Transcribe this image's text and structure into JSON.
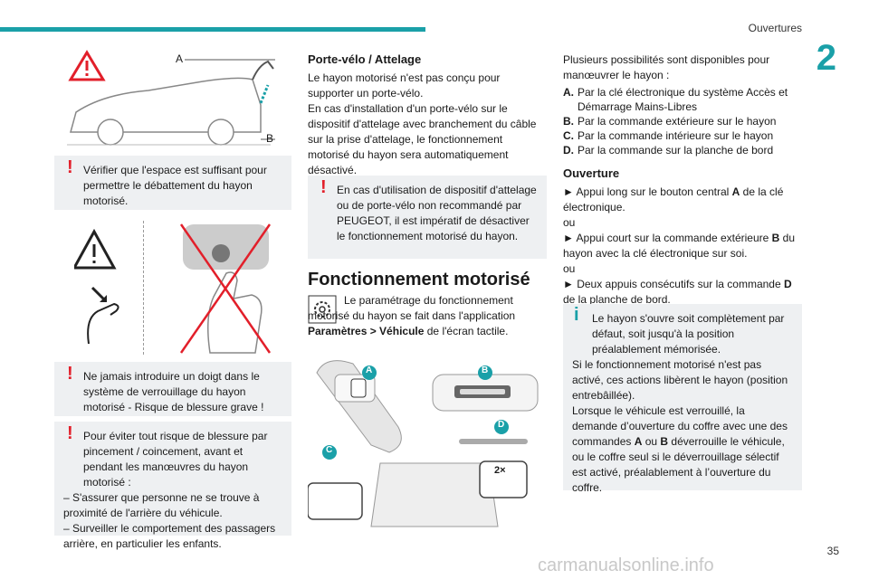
{
  "header": {
    "section": "Ouvertures",
    "chapter": "2",
    "page": "35"
  },
  "col1": {
    "fig_a_label": "A",
    "fig_b_label": "B",
    "warn1": "Vérifier que l'espace est suffisant pour permettre le débattement du hayon motorisé.",
    "warn2": "Ne jamais introduire un doigt dans le système de verrouillage du hayon motorisé - Risque de blessure grave !",
    "warn3_l1": "Pour éviter tout risque de blessure par pincement / coincement, avant et pendant les manœuvres du hayon motorisé :",
    "warn3_l2": "– S'assurer que personne ne se trouve à proximité de l'arrière du véhicule.",
    "warn3_l3": "– Surveiller le comportement des passagers arrière, en particulier les enfants."
  },
  "col2": {
    "h_porte": "Porte-vélo / Attelage",
    "p_porte1": "Le hayon motorisé n'est pas conçu pour supporter un porte-vélo.",
    "p_porte2": "En cas d'installation d'un porte-vélo sur le dispositif d'attelage avec branchement du câble sur la prise d'attelage, le fonctionnement motorisé du hayon sera automatiquement désactivé.",
    "warn_porte": "En cas d'utilisation de dispositif d'attelage ou de porte-vélo non recommandé par PEUGEOT, il est impératif de désactiver le fonctionnement motorisé du hayon.",
    "h_fonct": "Fonctionnement motorisé",
    "p_fonct_a": "Le paramétrage du fonctionnement motorisé du hayon se fait dans l'application ",
    "p_fonct_b": "Paramètres > Véhicule",
    "p_fonct_c": " de l'écran tactile.",
    "labels": [
      "A",
      "B",
      "C",
      "D"
    ],
    "badge_2x": "2×"
  },
  "col3": {
    "intro": "Plusieurs possibilités sont disponibles pour manœuvrer le hayon :",
    "options": [
      {
        "k": "A.",
        "t": "Par la clé électronique du système Accès et Démarrage Mains-Libres"
      },
      {
        "k": "B.",
        "t": "Par la commande extérieure sur le hayon"
      },
      {
        "k": "C.",
        "t": "Par la commande intérieure sur le hayon"
      },
      {
        "k": "D.",
        "t": "Par la commande sur la planche de bord"
      }
    ],
    "h_ouv": "Ouverture",
    "s1_a": "► Appui long sur le bouton central ",
    "s1_b": "A",
    "s1_c": " de la clé électronique.",
    "ou1": "ou",
    "s2_a": "► Appui court sur la commande extérieure ",
    "s2_b": "B",
    "s2_c": " du hayon avec la clé électronique sur soi.",
    "ou2": "ou",
    "s3_a": "► Deux appuis consécutifs sur la commande ",
    "s3_b": "D",
    "s3_c": " de la planche de bord.",
    "info1": "Le hayon s'ouvre soit complètement par défaut, soit jusqu'à la position préalablement mémorisée.",
    "info2": "Si le fonctionnement motorisé n'est pas activé, ces actions libèrent le hayon (position entrebâillée).",
    "info3_a": "Lorsque le véhicule est verrouillé, la demande d’ouverture du coffre avec une des commandes ",
    "info3_b": "A",
    "info3_c": " ou ",
    "info3_d": "B",
    "info3_e": " déverrouille le véhicule, ou le coffre seul si le déverrouillage sélectif est activé, préalablement à l’ouverture du coffre."
  },
  "footer": {
    "watermark": "carmanualsonline.info"
  }
}
